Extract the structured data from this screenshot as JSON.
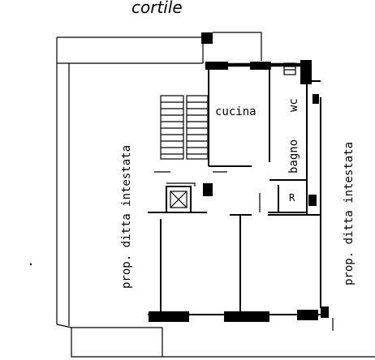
{
  "title": "cortile",
  "rooms": {
    "kitchen": "cucina",
    "bathroom": "bagno",
    "wc": "wc",
    "closet": "R"
  },
  "neighbors": {
    "left": "prop. ditta intestata",
    "right": "prop. ditta intestata"
  }
}
